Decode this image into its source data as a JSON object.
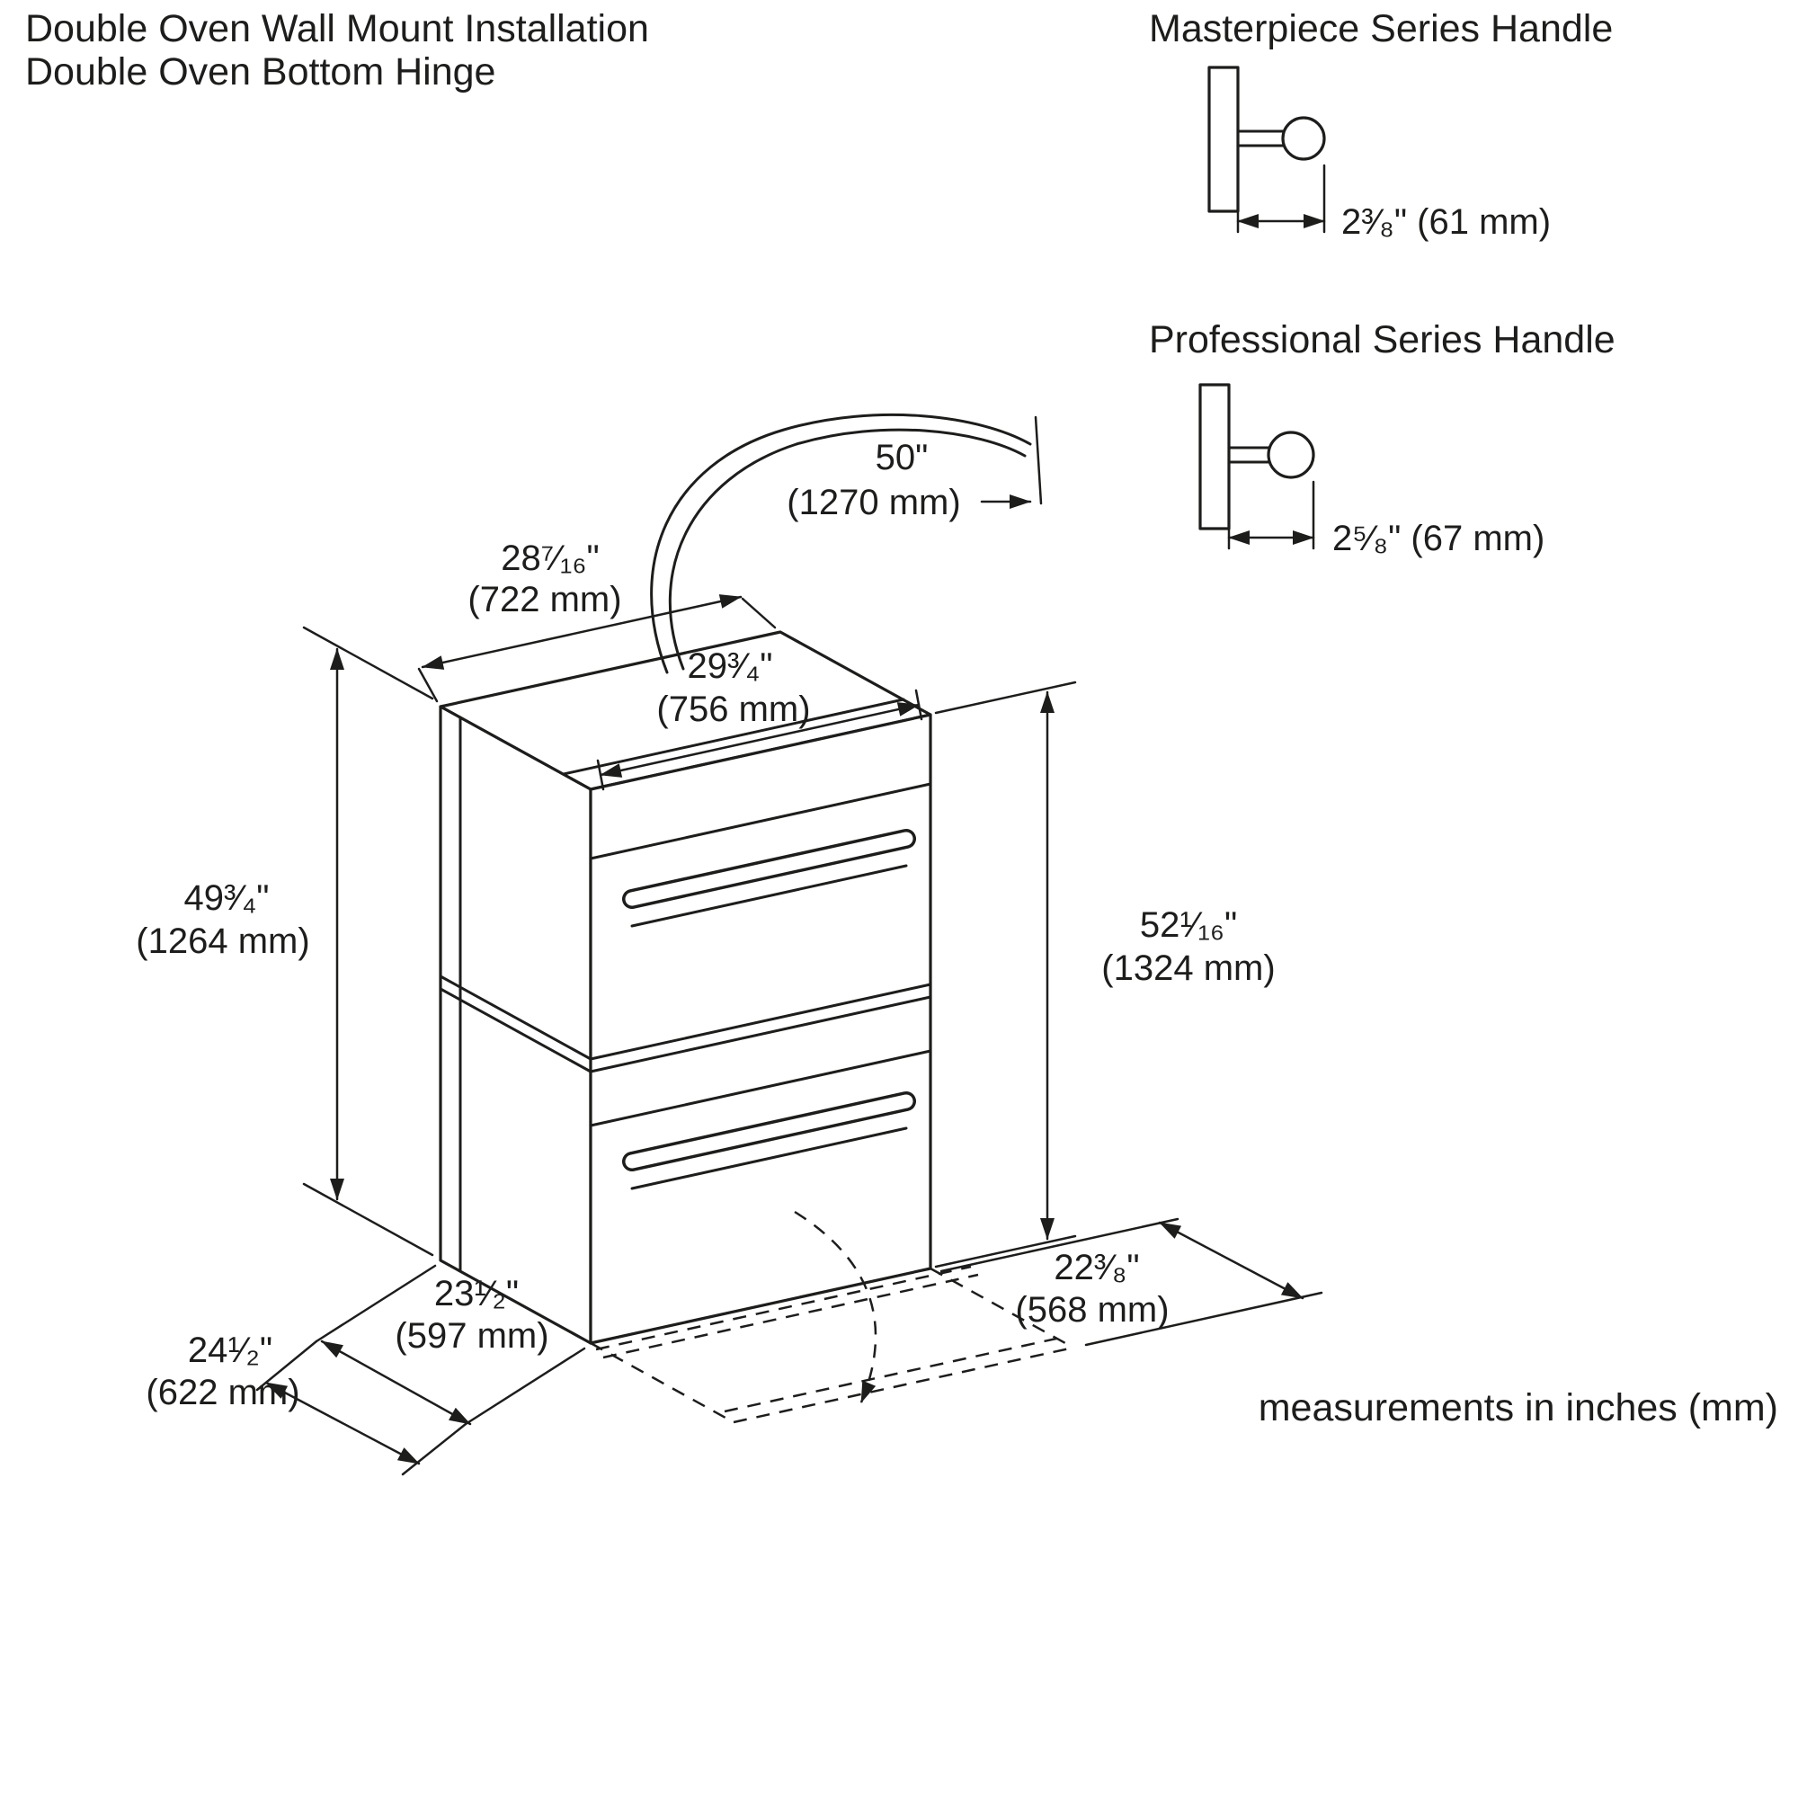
{
  "title": {
    "line1": "Double Oven Wall Mount Installation",
    "line2": "Double Oven Bottom Hinge"
  },
  "handles": {
    "masterpiece": {
      "title": "Masterpiece Series Handle",
      "dim": "2³⁄₈\" (61 mm)"
    },
    "professional": {
      "title": "Professional Series Handle",
      "dim": "2⁵⁄₈\" (67 mm)"
    }
  },
  "dims": {
    "cable": {
      "in": "50\"",
      "mm": "(1270 mm)"
    },
    "cutout_width": {
      "in": "28⁷⁄₁₆\"",
      "mm": "(722 mm)"
    },
    "front_width": {
      "in": "29³⁄₄\"",
      "mm": "(756 mm)"
    },
    "cutout_height": {
      "in": "49³⁄₄\"",
      "mm": "(1264 mm)"
    },
    "front_height": {
      "in": "52¹⁄₁₆\"",
      "mm": "(1324 mm)"
    },
    "cutout_depth": {
      "in": "23¹⁄₂\"",
      "mm": "(597 mm)"
    },
    "total_depth": {
      "in": "24¹⁄₂\"",
      "mm": "(622 mm)"
    },
    "door_open_depth": {
      "in": "22³⁄₈\"",
      "mm": "(568 mm)"
    }
  },
  "footer": {
    "note": "measurements in inches (mm)"
  },
  "colors": {
    "line": "#1d1d1b",
    "background": "#ffffff"
  }
}
